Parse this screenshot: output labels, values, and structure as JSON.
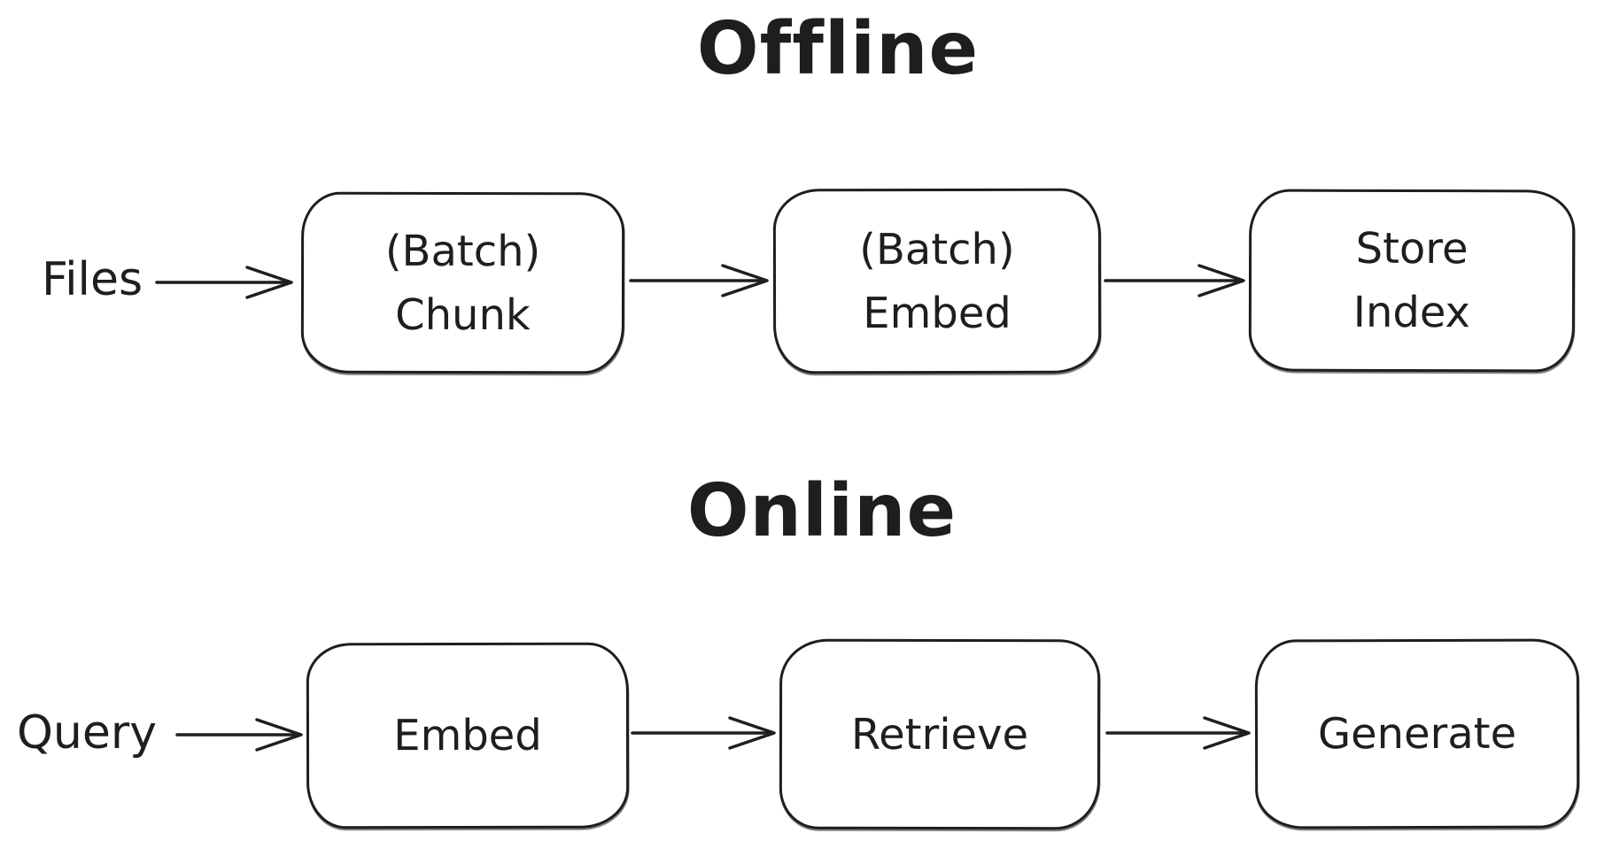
{
  "canvas": {
    "background": "#ffffff",
    "ink": "#1e1e1e"
  },
  "offline": {
    "title": "Offline",
    "source_label": "Files",
    "nodes": [
      {
        "line1": "(Batch)",
        "line2": "Chunk"
      },
      {
        "line1": "(Batch)",
        "line2": "Embed"
      },
      {
        "line1": "Store",
        "line2": "Index"
      }
    ]
  },
  "online": {
    "title": "Online",
    "source_label": "Query",
    "nodes": [
      {
        "line1": "Embed"
      },
      {
        "line1": "Retrieve"
      },
      {
        "line1": "Generate"
      }
    ]
  }
}
